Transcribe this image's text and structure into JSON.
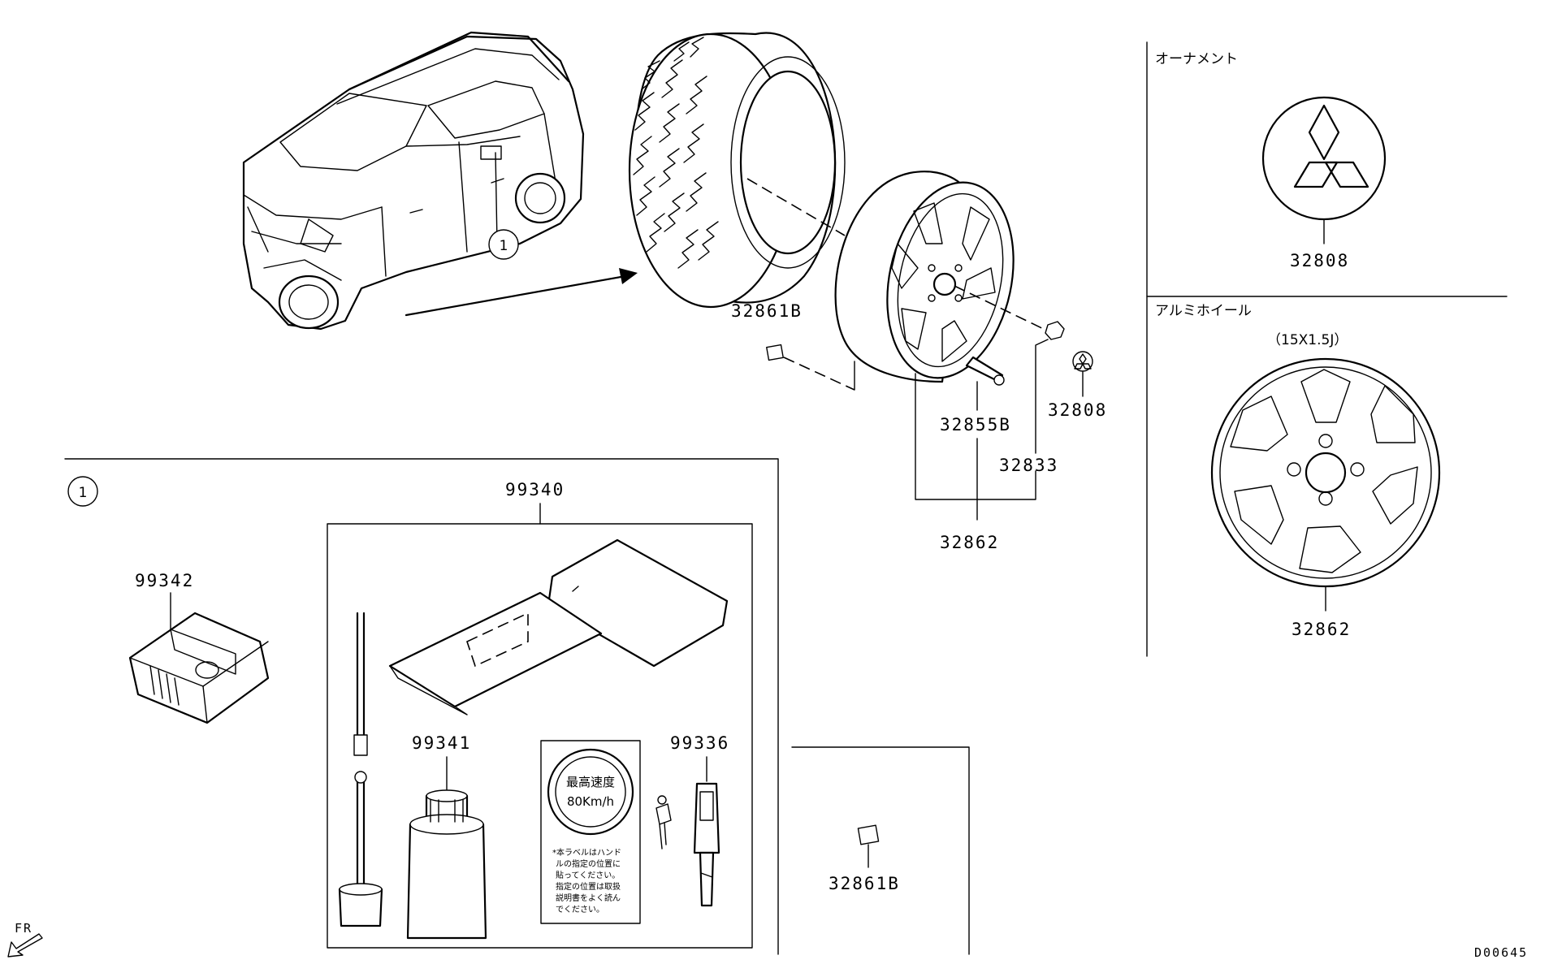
{
  "callout_marker": "1",
  "labels": {
    "p32861b_top": "32861B",
    "p32855b": "32855B",
    "p32808_hub": "32808",
    "p32833": "32833",
    "p32862_wheel": "32862",
    "p99340": "99340",
    "p99342": "99342",
    "p99341": "99341",
    "p99336": "99336",
    "p32861b_bottom": "32861B",
    "p32808_ornament": "32808",
    "p32862_alloy": "32862"
  },
  "sections": {
    "ornament_title": "オーナメント",
    "alloy_title": "アルミホイール",
    "alloy_size": "（15X1.5J）"
  },
  "sticker": {
    "speed_line1": "最高速度",
    "speed_line2": "80Km/h",
    "note_lines": [
      "*本ラベルはハンド",
      "ルの指定の位置に",
      "貼ってください。",
      "指定の位置は取扱",
      "説明書をよく読ん",
      "でください。"
    ]
  },
  "direction": "FR",
  "diagram_code": "D00645"
}
